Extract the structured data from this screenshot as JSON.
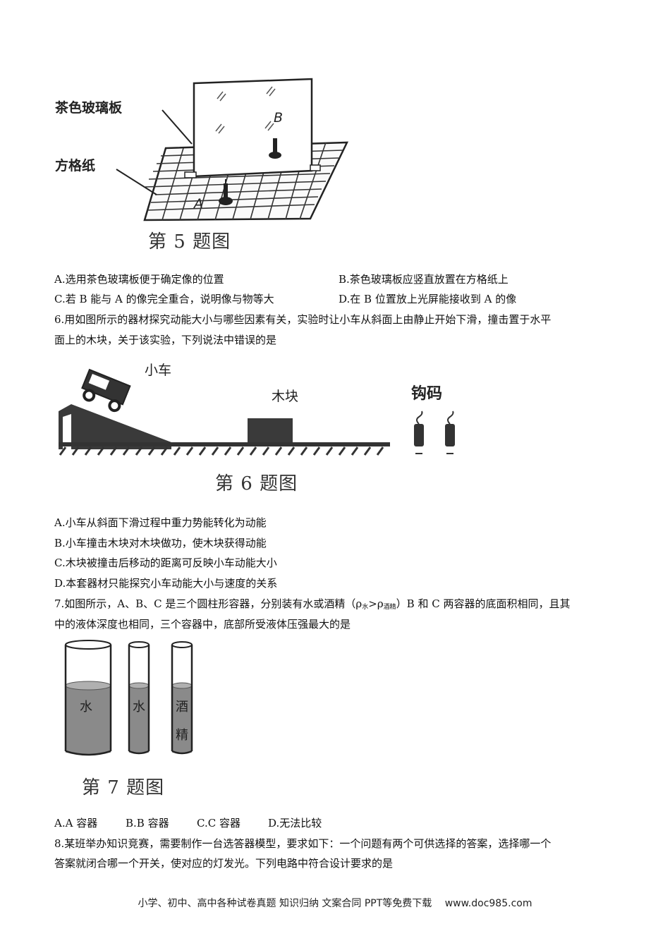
{
  "fig5": {
    "label_glass": "茶色玻璃板",
    "label_grid": "方格纸",
    "label_a": "A",
    "label_b": "B",
    "caption": "第 5 题图"
  },
  "q5": {
    "opt_a": "A.选用茶色玻璃板便于确定像的位置",
    "opt_b": "B.茶色玻璃板应竖直放置在方格纸上",
    "opt_c": "C.若 B 能与 A 的像完全重合，说明像与物等大",
    "opt_d": "D.在 B 位置放上光屏能接收到 A 的像"
  },
  "q6": {
    "stem_line1": "6.用如图所示的器材探究动能大小与哪些因素有关，实验时让小车从斜面上由静止开始下滑，撞击置于水平",
    "stem_line2": "面上的木块，关于该实验，下列说法中错误的是",
    "fig_cart": "小车",
    "fig_block": "木块",
    "fig_weights": "钩码",
    "caption": "第 6 题图",
    "opt_a": "A.小车从斜面下滑过程中重力势能转化为动能",
    "opt_b": "B.小车撞击木块对木块做功，使木块获得动能",
    "opt_c": "C.木块被撞击后移动的距离可反映小车动能大小",
    "opt_d": "D.本套器材只能探究小车动能大小与速度的关系"
  },
  "q7": {
    "stem_pre": "7.如图所示，A、B、C 是三个圆柱形容器，分别装有水或酒精（ρ",
    "sub_water": "水",
    "gt": ">ρ",
    "sub_alcohol": "酒精",
    "stem_post": "）B 和 C 两容器的底面积相同，且其",
    "stem_line2": "中的液体深度也相同，三个容器中，底部所受液体压强最大的是",
    "fig_water_a": "水",
    "fig_water_b": "水",
    "fig_alcohol_1": "酒",
    "fig_alcohol_2": "精",
    "caption": "第 7 题图",
    "opt_a": "A.A 容器",
    "opt_b": "B.B 容器",
    "opt_c": "C.C 容器",
    "opt_d": "D.无法比较"
  },
  "q8": {
    "stem_line1": "8.某班举办知识竞赛，需要制作一台选答器模型，要求如下：一个问题有两个可供选择的答案，选择哪一个",
    "stem_line2": "答案就闭合哪一个开关，使对应的灯发光。下列电路中符合设计要求的是"
  },
  "footer": "小学、初中、高中各种试卷真题 知识归纳 文案合同 PPT等免费下载　 www.doc985.com"
}
